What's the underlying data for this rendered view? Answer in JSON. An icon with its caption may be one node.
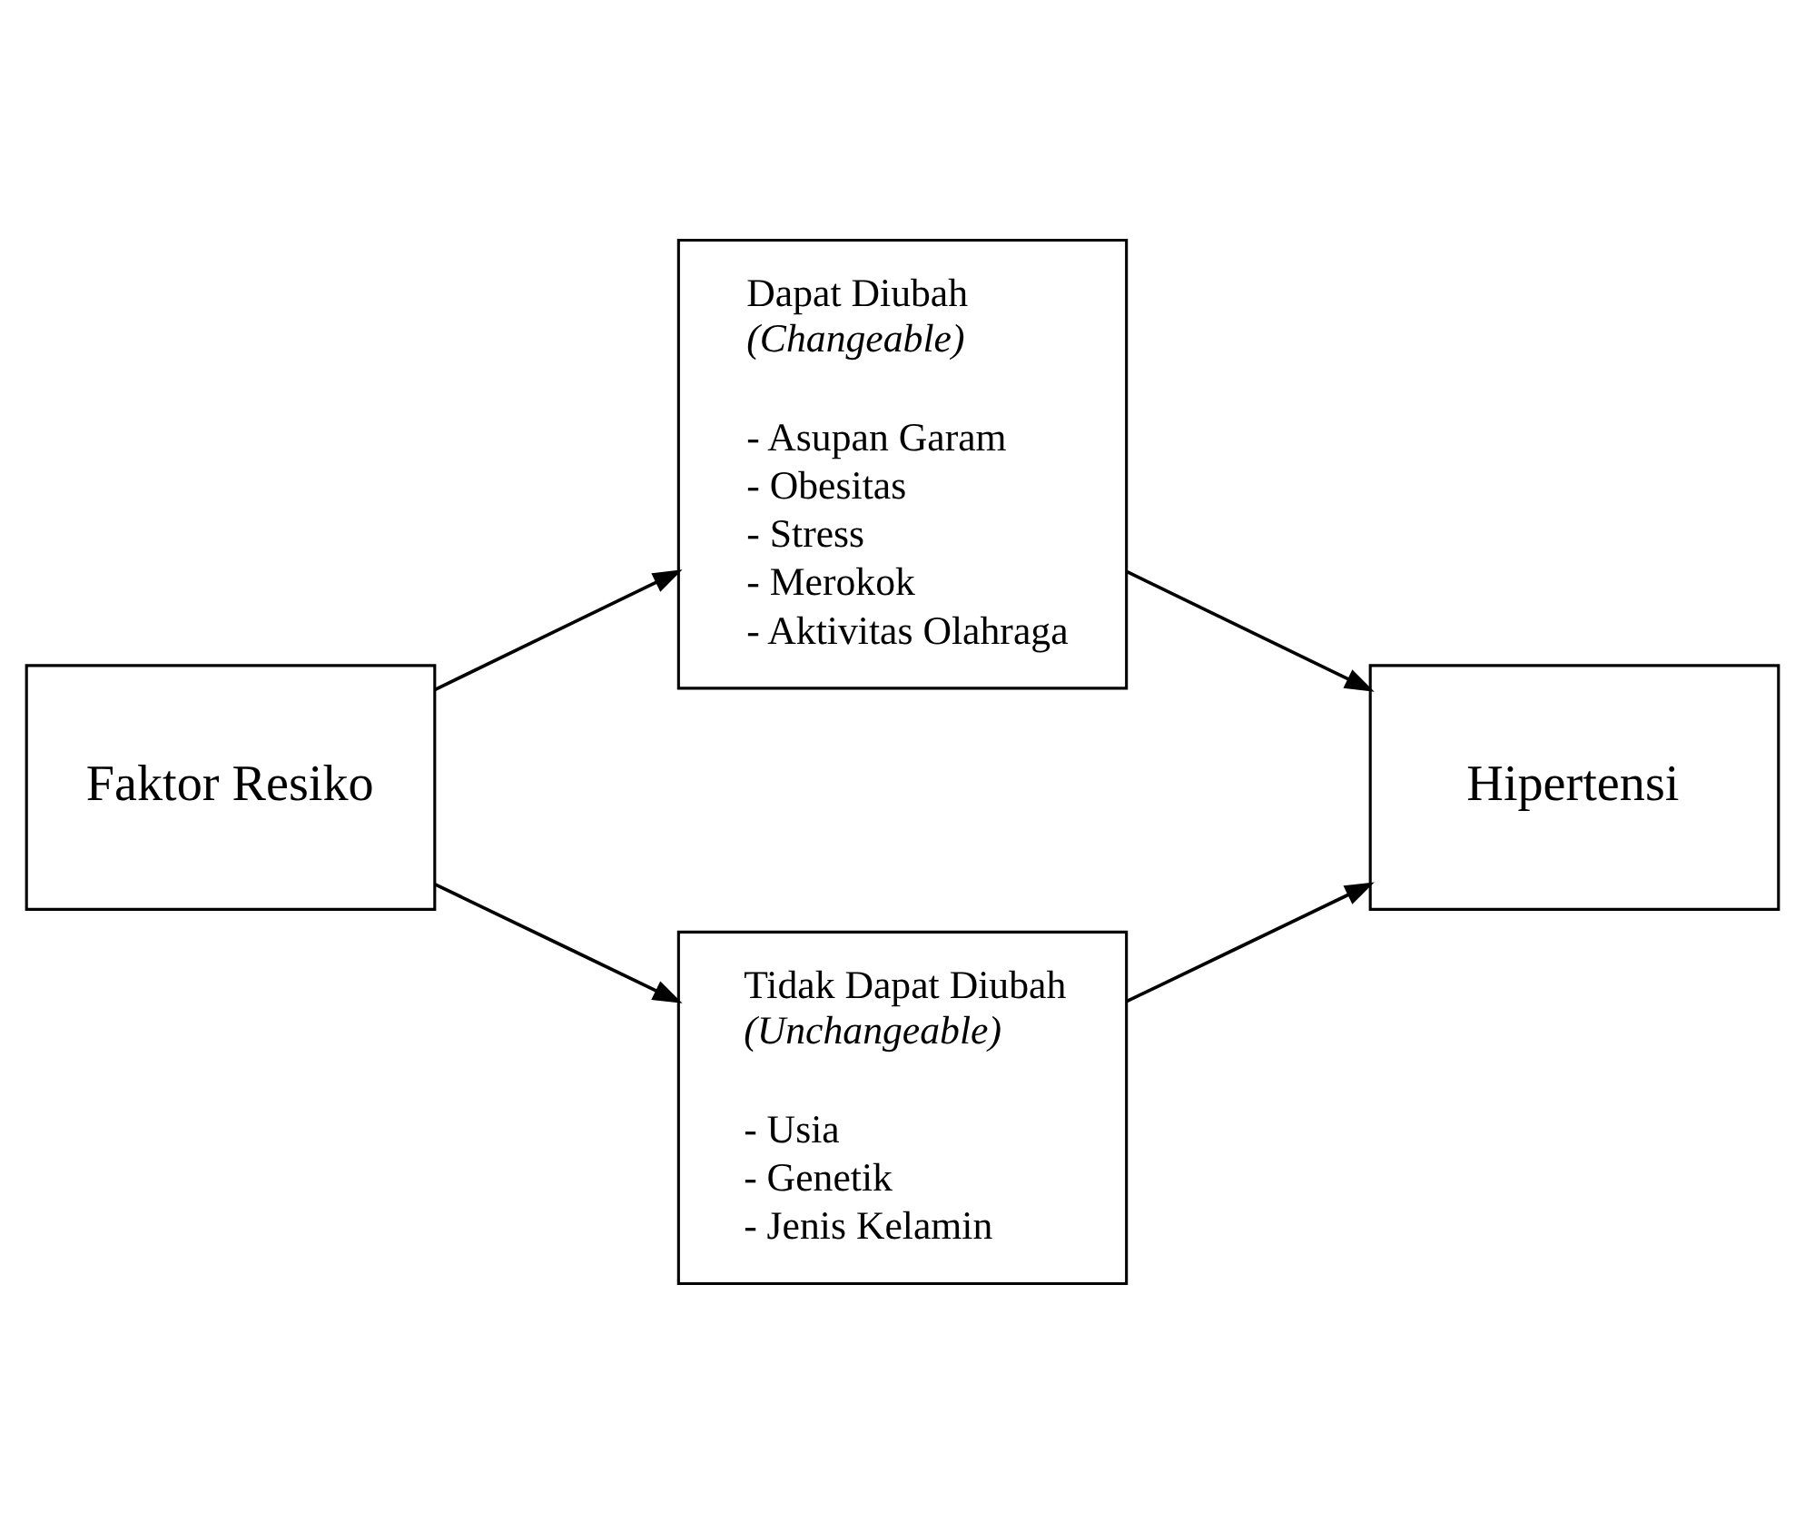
{
  "diagram": {
    "nodes": [
      {
        "text": [
          "Faktor Resiko"
        ]
      },
      {
        "text": [
          "Dapat Diubah",
          "(Changeable)",
          "- Asupan Garam",
          "- Obesitas",
          "- Stress",
          "- Merokok",
          "- Aktivitas Olahraga"
        ]
      },
      {
        "text": [
          "Tidak Dapat Diubah",
          "(Unchangeable)",
          "- Usia",
          "- Genetik",
          "- Jenis Kelamin"
        ]
      },
      {
        "text": [
          "Hipertensi"
        ]
      }
    ],
    "edges": [
      {
        "from": 0,
        "to": 1,
        "arrow": "to"
      },
      {
        "from": 0,
        "to": 2,
        "arrow": "to"
      },
      {
        "from": 1,
        "to": 3,
        "arrow": "to"
      },
      {
        "from": 2,
        "to": 3,
        "arrow": "to"
      }
    ]
  }
}
